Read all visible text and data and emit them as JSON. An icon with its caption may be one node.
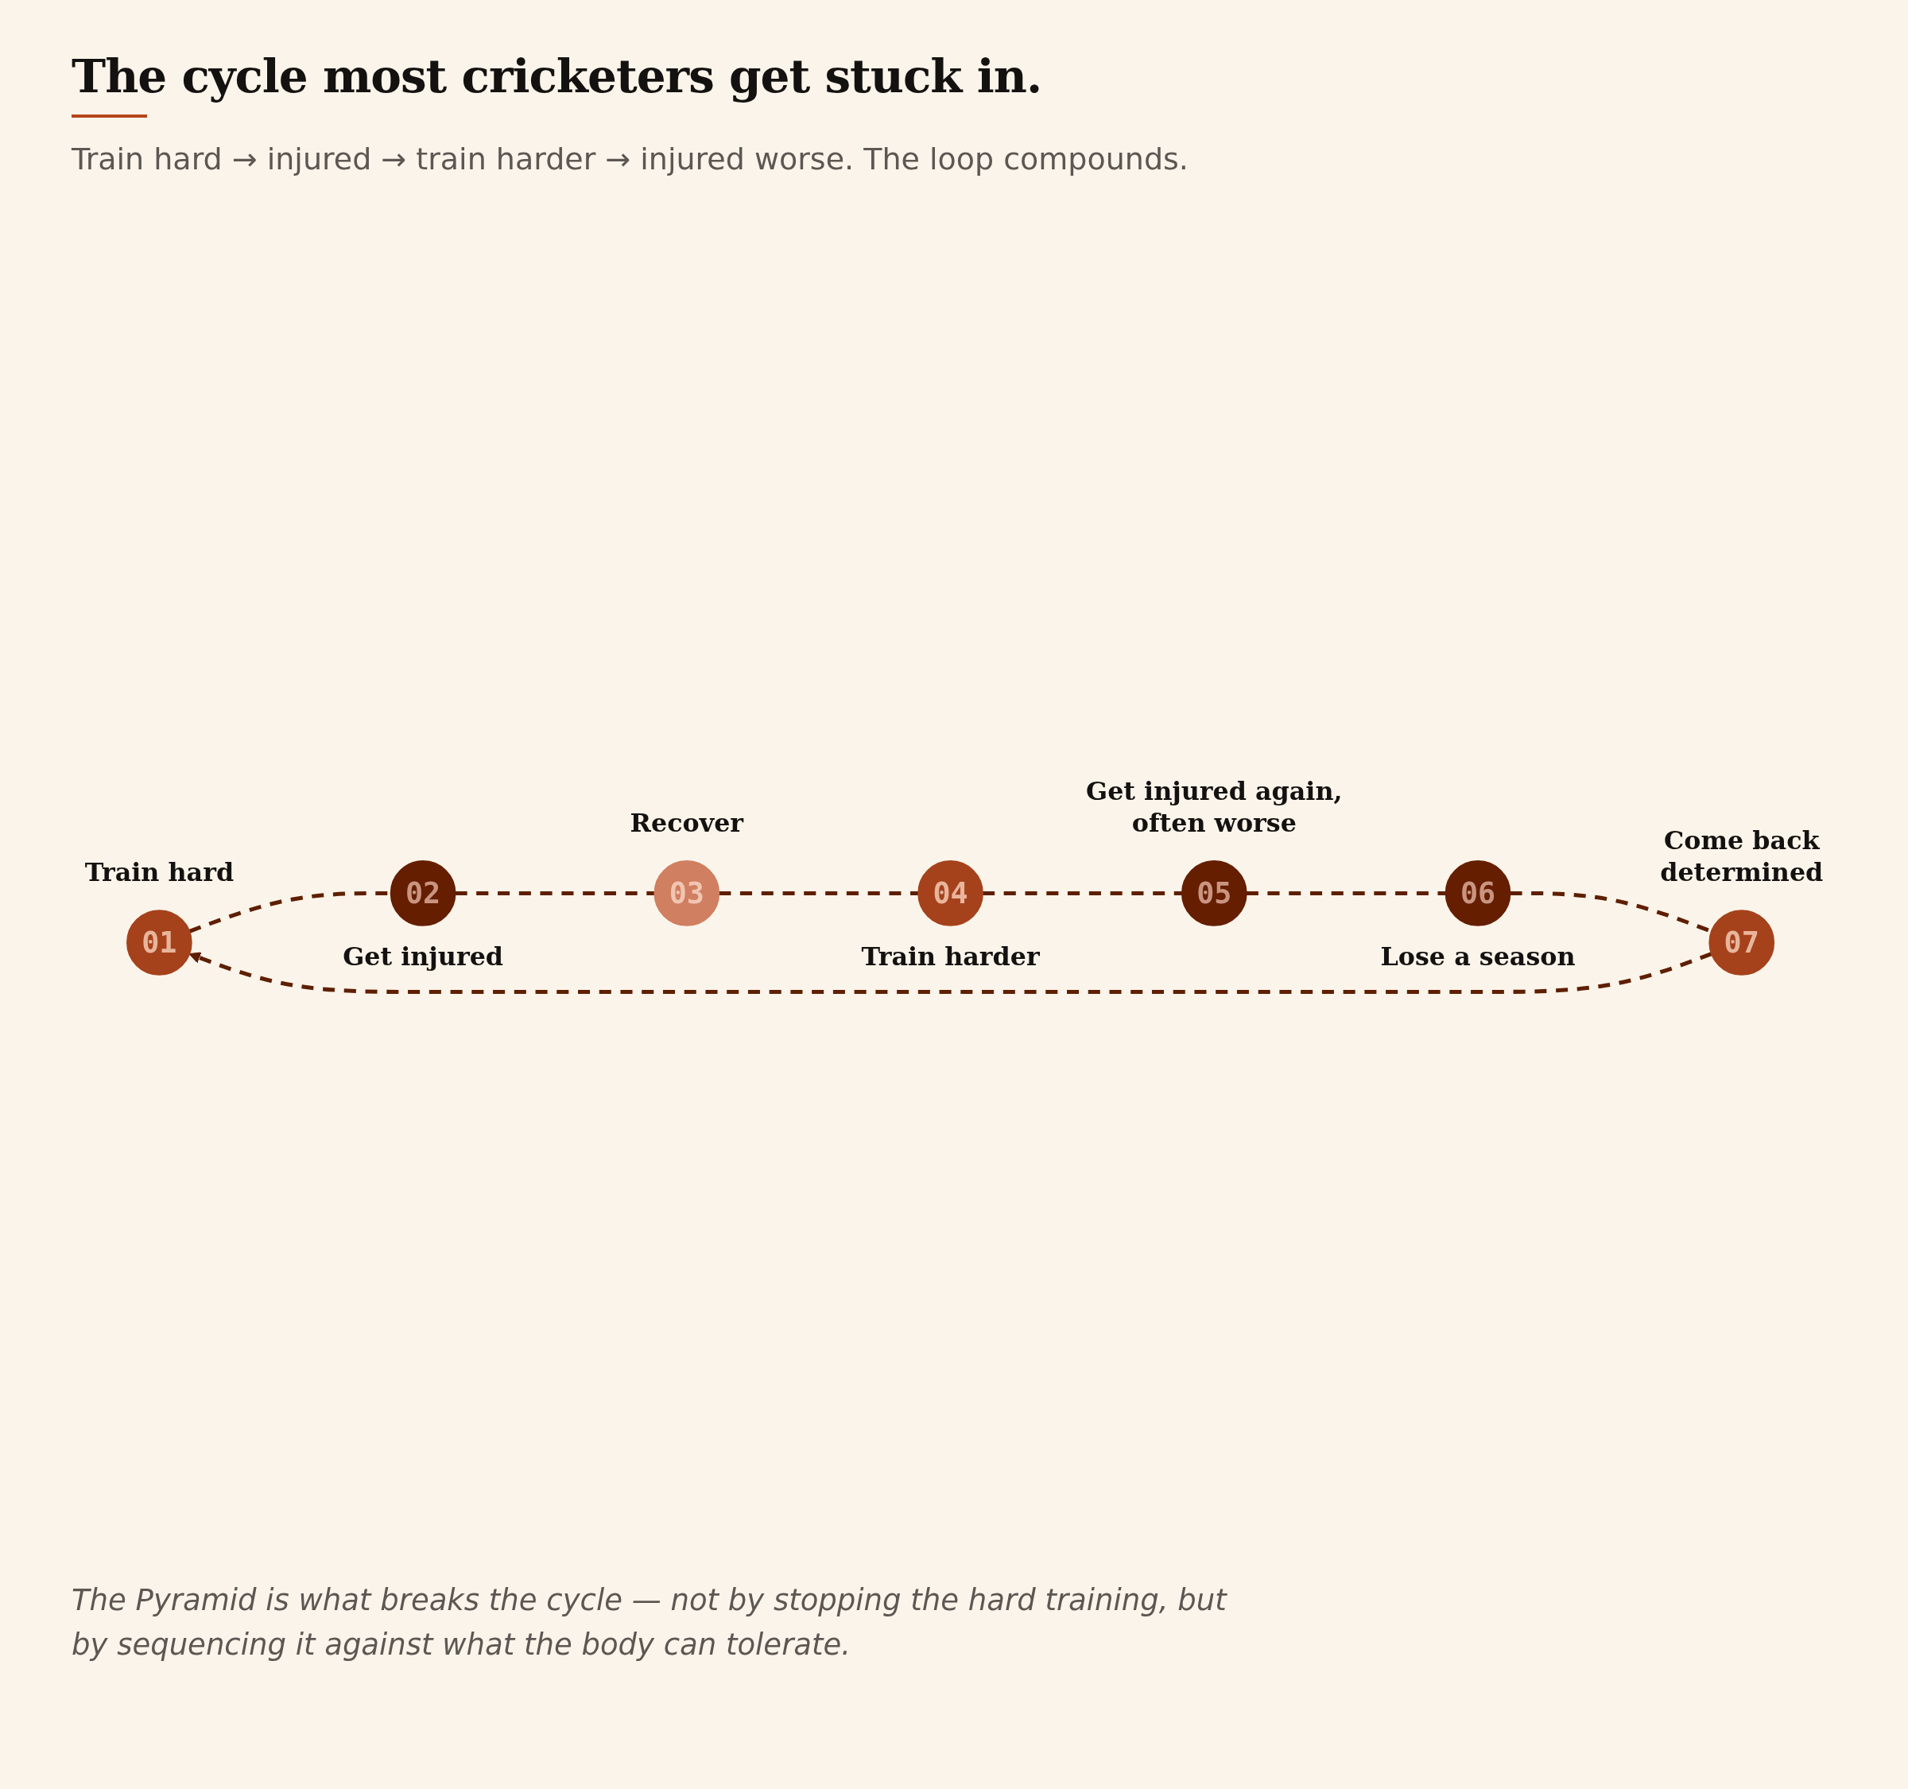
{
  "diagram": {
    "title": "The cycle most cricketers get stuck in.",
    "caption": "The Pyramid is what breaks the cycle — not by stopping the hard training, but by sequencing it against what the body can tolerate.",
    "nodes": [
      {
        "text": [
          "01"
        ],
        "beside": [
          "Train hard"
        ]
      },
      {
        "text": [
          "02"
        ],
        "beside": [
          "Get injured"
        ]
      },
      {
        "text": [
          "03"
        ],
        "beside": [
          "Recover"
        ]
      },
      {
        "text": [
          "04"
        ],
        "beside": [
          "Train harder"
        ]
      },
      {
        "text": [
          "05"
        ],
        "beside": [
          "Get injured again, often worse"
        ]
      },
      {
        "text": [
          "06"
        ],
        "beside": [
          "Lose a season"
        ]
      },
      {
        "text": [
          "07"
        ],
        "beside": [
          "Come back determined"
        ]
      }
    ],
    "edges": [
      {
        "from": 0,
        "to": 1,
        "arrow": "none",
        "style": "dashed"
      },
      {
        "from": 1,
        "to": 2,
        "arrow": "none",
        "style": "dashed"
      },
      {
        "from": 2,
        "to": 3,
        "arrow": "none",
        "style": "dashed"
      },
      {
        "from": 3,
        "to": 4,
        "arrow": "none",
        "style": "dashed"
      },
      {
        "from": 4,
        "to": 5,
        "arrow": "none",
        "style": "dashed"
      },
      {
        "from": 5,
        "to": 6,
        "arrow": "none",
        "style": "dashed"
      },
      {
        "from": 6,
        "to": 0,
        "arrow": "to",
        "style": "dashed"
      }
    ],
    "labels": [
      "Train hard → injured → train harder → injured worse. The loop compounds."
    ]
  }
}
